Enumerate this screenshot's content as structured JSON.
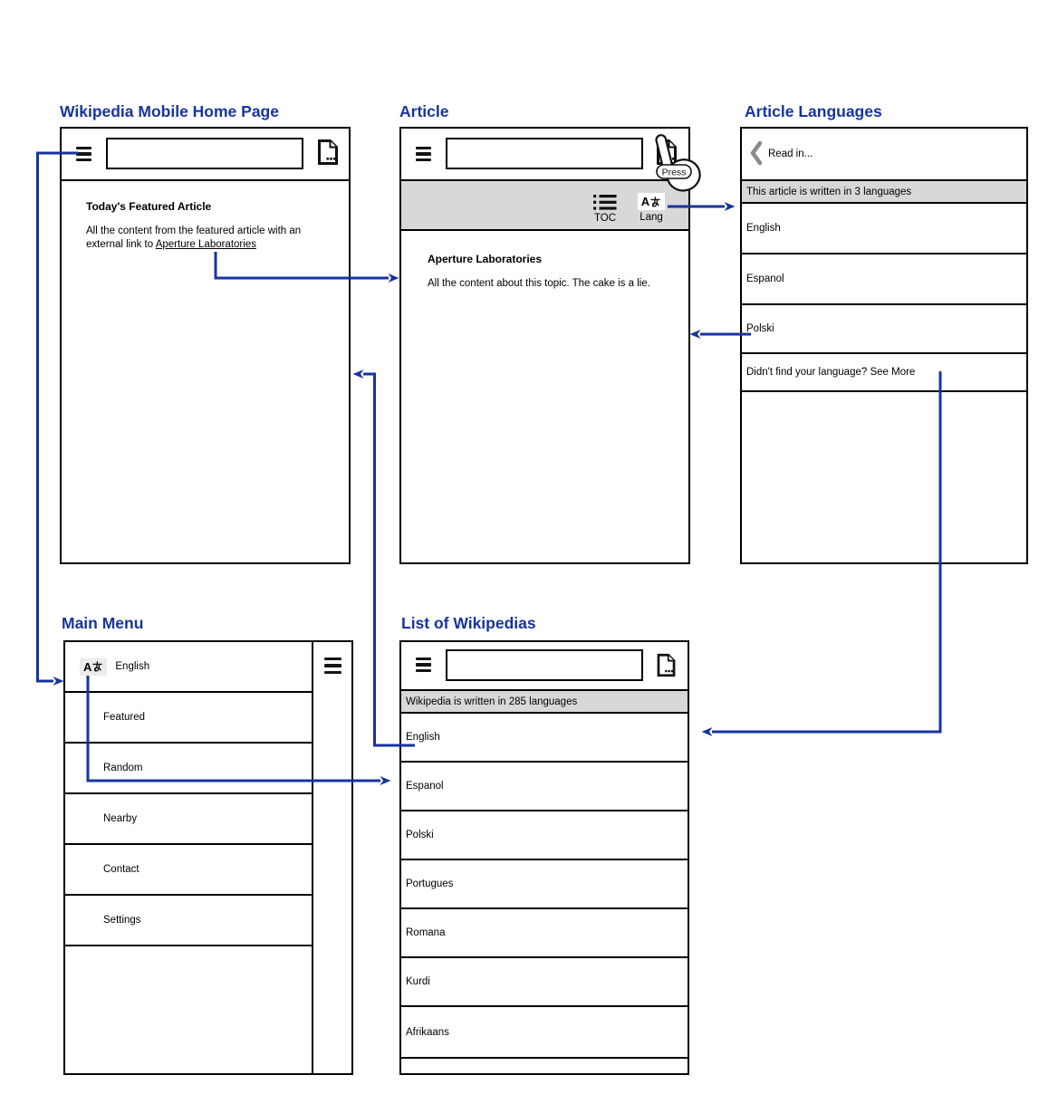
{
  "accent_color": "#17349E",
  "panels": {
    "home": {
      "title": "Wikipedia Mobile Home Page",
      "featured_heading": "Today's Featured Article",
      "featured_text": "All the content from the featured article with an external link to ",
      "featured_link": "Aperture Laboratories"
    },
    "article": {
      "title": "Article",
      "toc_label": "TOC",
      "lang_icon_latin": "A",
      "lang_label": "Lang",
      "press_label": "Press",
      "heading": "Aperture Laboratories",
      "body": "All the content about this topic. The cake is a lie."
    },
    "article_languages": {
      "title": "Article Languages",
      "back_label": "Read in...",
      "banner": "This article is written in 3 languages",
      "items": [
        "English",
        "Espanol",
        "Polski"
      ],
      "see_more": "Didn't find your language? See More"
    },
    "main_menu": {
      "title": "Main Menu",
      "lang_icon_latin": "A",
      "current_language": "English",
      "items": [
        "Featured",
        "Random",
        "Nearby",
        "Contact",
        "Settings"
      ]
    },
    "list_of_wikipedias": {
      "banner_title": "List of Wikipedias",
      "banner": "Wikipedia is written in 285 languages",
      "items": [
        "English",
        "Espanol",
        "Polski",
        "Portugues",
        "Romana",
        "Kurdi",
        "Afrikaans"
      ]
    }
  }
}
